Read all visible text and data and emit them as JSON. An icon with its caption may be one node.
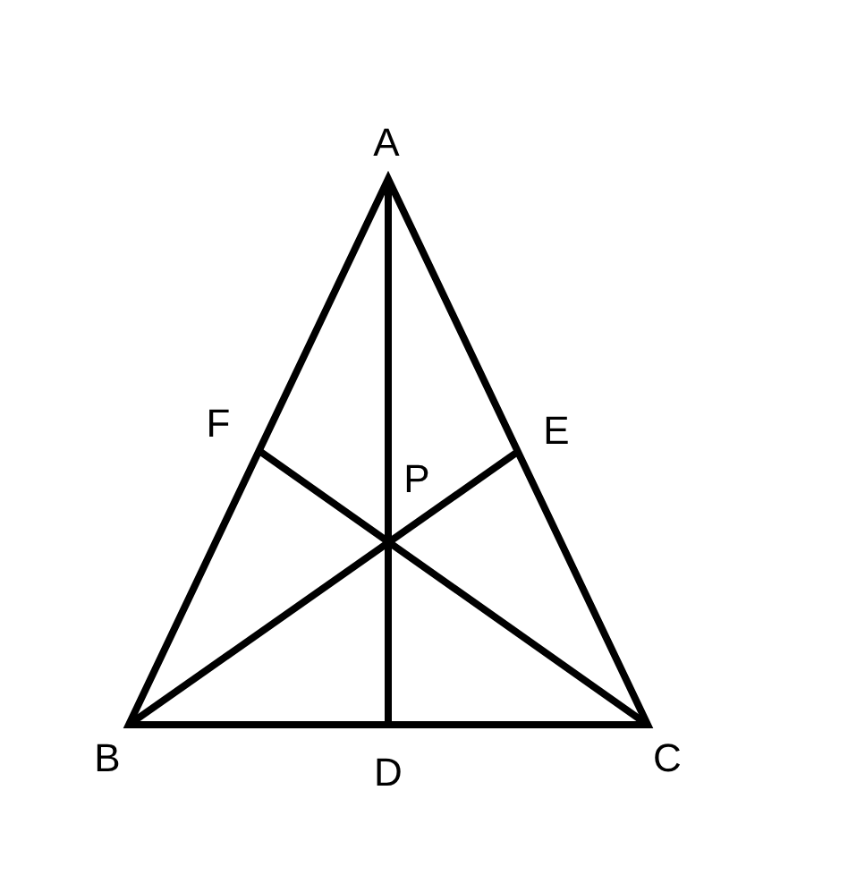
{
  "diagram": {
    "labels": [
      "A",
      "F",
      "E",
      "P",
      "B",
      "D",
      "C"
    ]
  }
}
